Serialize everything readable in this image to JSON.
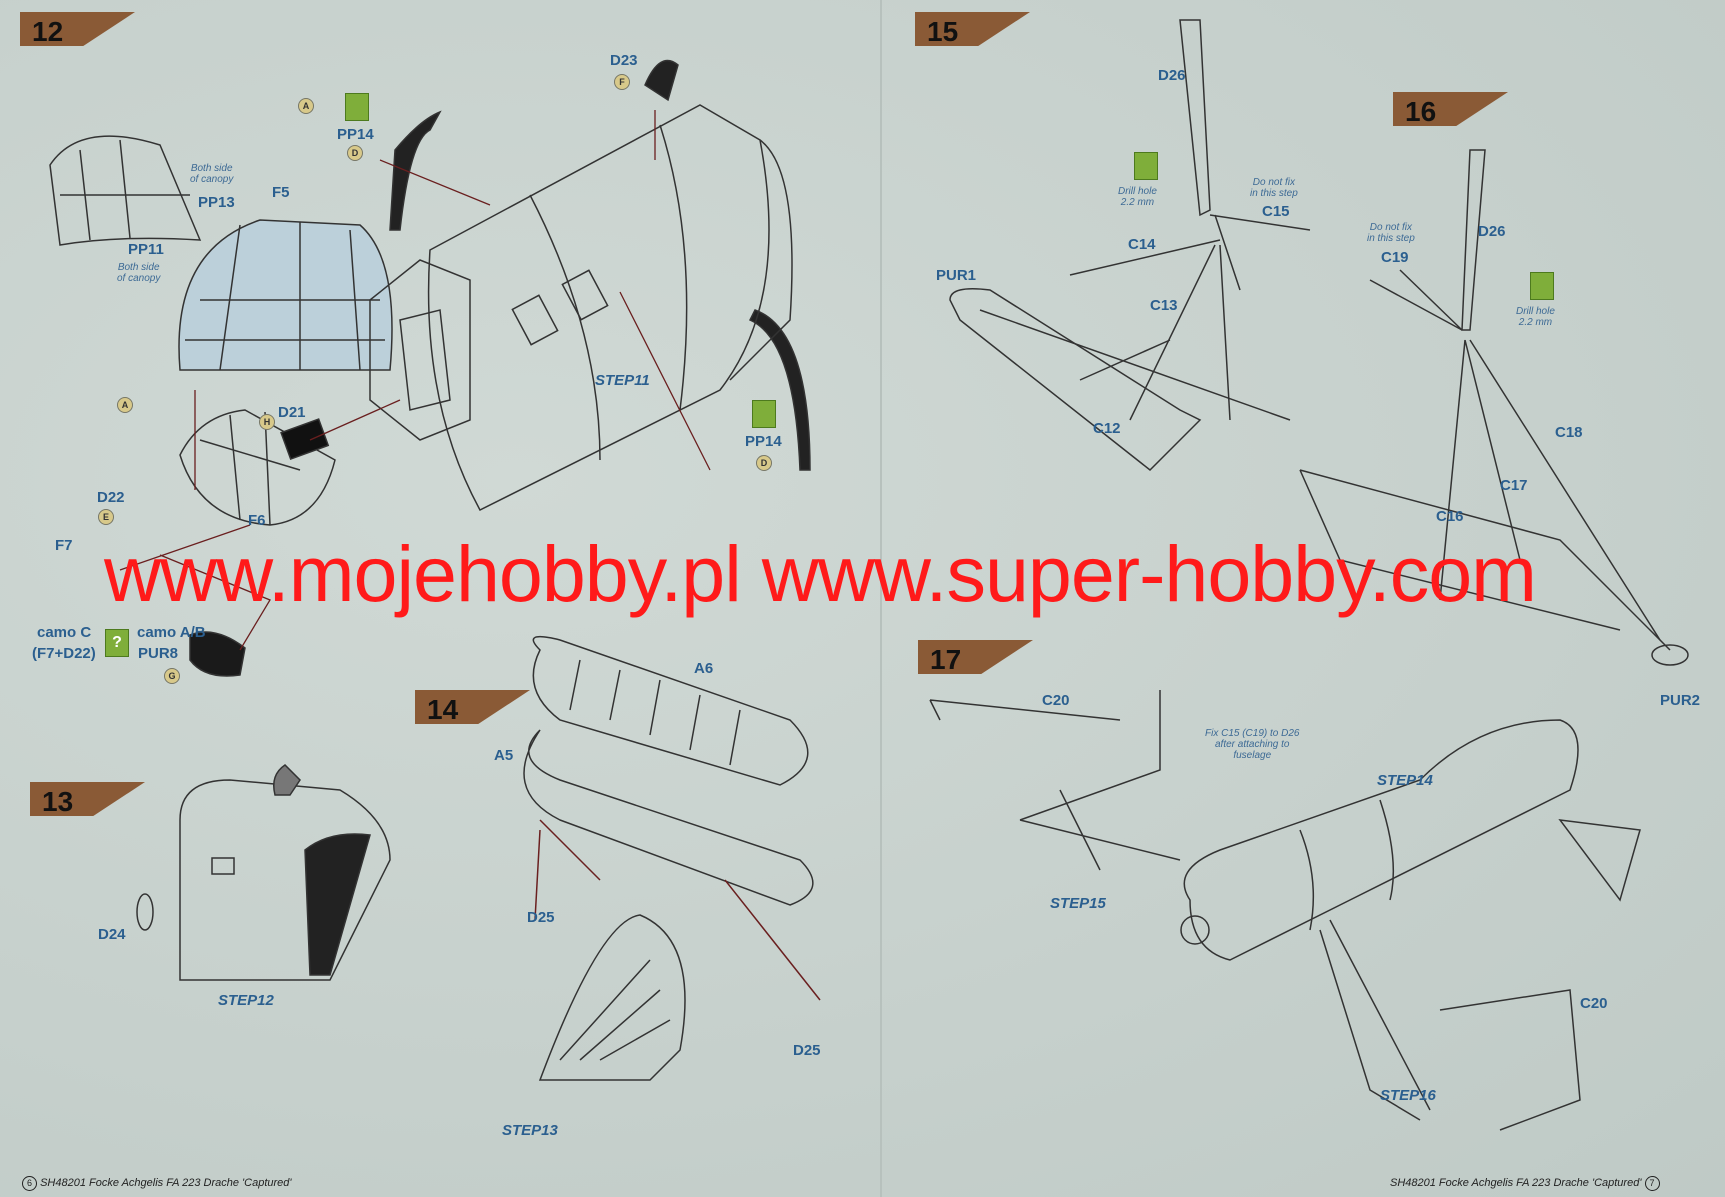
{
  "steps": {
    "s12": "12",
    "s13": "13",
    "s14": "14",
    "s15": "15",
    "s16": "16",
    "s17": "17"
  },
  "step12": {
    "d23": "D23",
    "pp14a": "PP14",
    "f5": "F5",
    "both_side_1": "Both side\nof canopy",
    "pp13": "PP13",
    "pp11": "PP11",
    "both_side_2": "Both side\nof canopy",
    "d21": "D21",
    "d22": "D22",
    "f7": "F7",
    "f6": "F6",
    "camo_c": "camo C",
    "camo_c_parts": "(F7+D22)",
    "camo_ab": "camo A/B",
    "pur8": "PUR8",
    "step11": "STEP11",
    "pp14b": "PP14",
    "markers": [
      "A",
      "D",
      "F",
      "H",
      "A",
      "E",
      "G",
      "D"
    ]
  },
  "step13": {
    "d24": "D24",
    "step12": "STEP12"
  },
  "step14": {
    "a6": "A6",
    "a5": "A5",
    "d25a": "D25",
    "d25b": "D25",
    "step13": "STEP13"
  },
  "step15": {
    "d26": "D26",
    "drill": "Drill hole\n2.2 mm",
    "do_not_fix": "Do not fix\nin this step",
    "c15": "C15",
    "c14": "C14",
    "pur1": "PUR1",
    "c13": "C13",
    "c12": "C12"
  },
  "step16": {
    "do_not_fix": "Do not fix\nin this step",
    "c19": "C19",
    "d26": "D26",
    "drill": "Drill hole\n2.2 mm",
    "c18": "C18",
    "c17": "C17",
    "c16": "C16",
    "pur2": "PUR2"
  },
  "step17": {
    "c20a": "C20",
    "fix_note": "Fix C15 (C19) to D26\nafter attaching to\nfuselage",
    "step14": "STEP14",
    "step15": "STEP15",
    "c20b": "C20",
    "step16": "STEP16"
  },
  "watermark": "www.mojehobby.pl www.super-hobby.com",
  "footer": {
    "left_page": "6",
    "left": "SH48201  Focke Achgelis FA 223 Drache 'Captured'",
    "right": "SH48201  Focke Achgelis FA 223 Drache 'Captured'",
    "right_page": "7"
  },
  "colors": {
    "paper": "#c8d2ce",
    "label": "#2b5f8f",
    "badge": "#8a5a36",
    "watermark": "#ff1a1a",
    "arrow": "#6a1f1f"
  }
}
